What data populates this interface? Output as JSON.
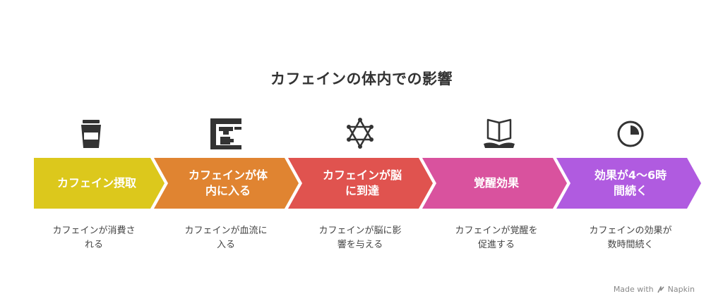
{
  "title": "カフェインの体内での影響",
  "steps": [
    {
      "label_l1": "カフェイン摂取",
      "label_l2": "",
      "desc_l1": "カフェインが消費さ",
      "desc_l2": "れる",
      "color": "#DCC81C",
      "icon": "coffee-cup-icon"
    },
    {
      "label_l1": "カフェインが体",
      "label_l2": "内に入る",
      "desc_l1": "カフェインが血流に",
      "desc_l2": "入る",
      "color": "#E08431",
      "icon": "espresso-machine-icon"
    },
    {
      "label_l1": "カフェインが脳",
      "label_l2": "に到達",
      "desc_l1": "カフェインが脳に影",
      "desc_l2": "響を与える",
      "color": "#E0534F",
      "icon": "molecule-star-icon"
    },
    {
      "label_l1": "覚醒効果",
      "label_l2": "",
      "desc_l1": "カフェインが覚醒を",
      "desc_l2": "促進する",
      "color": "#D9529E",
      "icon": "open-book-hand-icon"
    },
    {
      "label_l1": "効果が4〜6時",
      "label_l2": "間続く",
      "desc_l1": "カフェインの効果が",
      "desc_l2": "数時間続く",
      "color": "#B05BE0",
      "icon": "clock-icon"
    }
  ],
  "footer": {
    "made_with": "Made with",
    "brand": "Napkin"
  }
}
